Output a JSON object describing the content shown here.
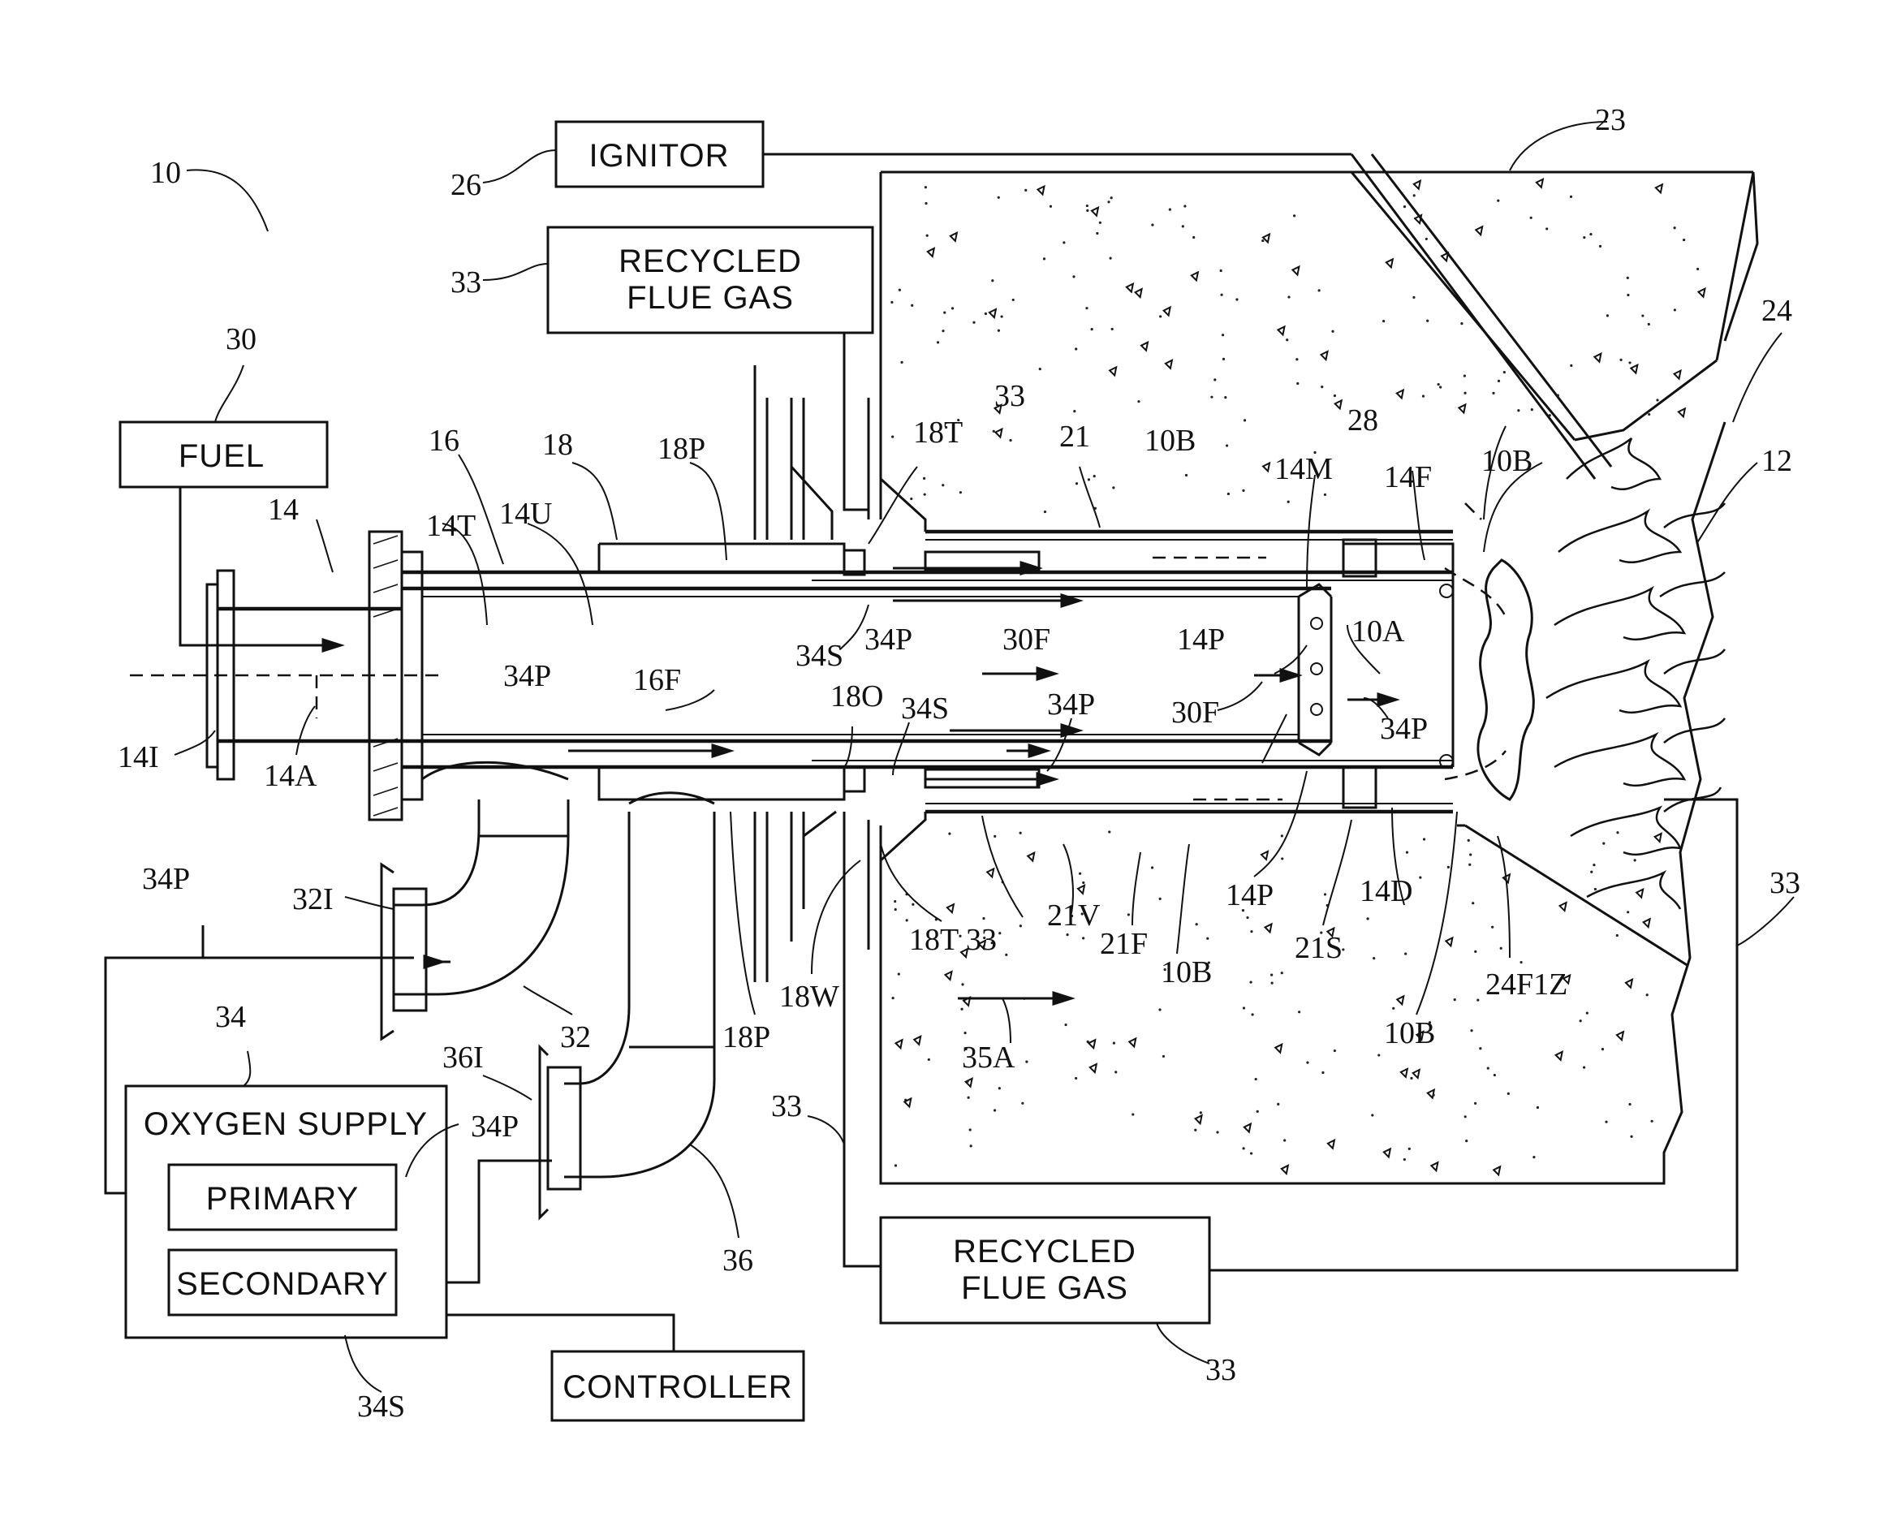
{
  "boxes": {
    "ignitor": "IGNITOR",
    "rfg_top_1": "RECYCLED",
    "rfg_top_2": "FLUE GAS",
    "fuel": "FUEL",
    "oxygen_supply": "OXYGEN SUPPLY",
    "primary": "PRIMARY",
    "secondary": "SECONDARY",
    "controller": "CONTROLLER",
    "rfg_bottom_1": "RECYCLED",
    "rfg_bottom_2": "FLUE GAS"
  },
  "refs": {
    "r10": "10",
    "r26": "26",
    "r33a": "33",
    "r30": "30",
    "r14": "14",
    "r16": "16",
    "r18": "18",
    "r18P_top": "18P",
    "r18T_top": "18T",
    "r33b": "33",
    "r21": "21",
    "r10B_1": "10B",
    "r14M": "14M",
    "r28": "28",
    "r14F": "14F",
    "r10B_2": "10B",
    "r23": "23",
    "r24": "24",
    "r12": "12",
    "r14T": "14T",
    "r14U": "14U",
    "r34S_a": "34S",
    "r34P_a": "34P",
    "r30F_a": "30F",
    "r14P_a": "14P",
    "r10A": "10A",
    "r34P_b": "34P",
    "r16F": "16F",
    "r18O": "18O",
    "r34S_b": "34S",
    "r34P_c": "34P",
    "r30F_b": "30F",
    "r34P_d": "34P",
    "r14I": "14I",
    "r14A": "14A",
    "r34P_e": "34P",
    "r32I": "32I",
    "r32": "32",
    "r34": "34",
    "r36I": "36I",
    "r34P_f": "34P",
    "r36": "36",
    "r18P_b": "18P",
    "r18T_b": "18T",
    "r33c": "33",
    "r21V": "21V",
    "r21F": "21F",
    "r10B_3": "10B",
    "r14P_b": "14P",
    "r21S": "21S",
    "r14D": "14D",
    "r10B_4": "10B",
    "r24F1Z": "24F1Z",
    "r18W": "18W",
    "r35A": "35A",
    "r33d": "33",
    "r33e": "33",
    "r33f": "33",
    "r34S_c": "34S"
  }
}
